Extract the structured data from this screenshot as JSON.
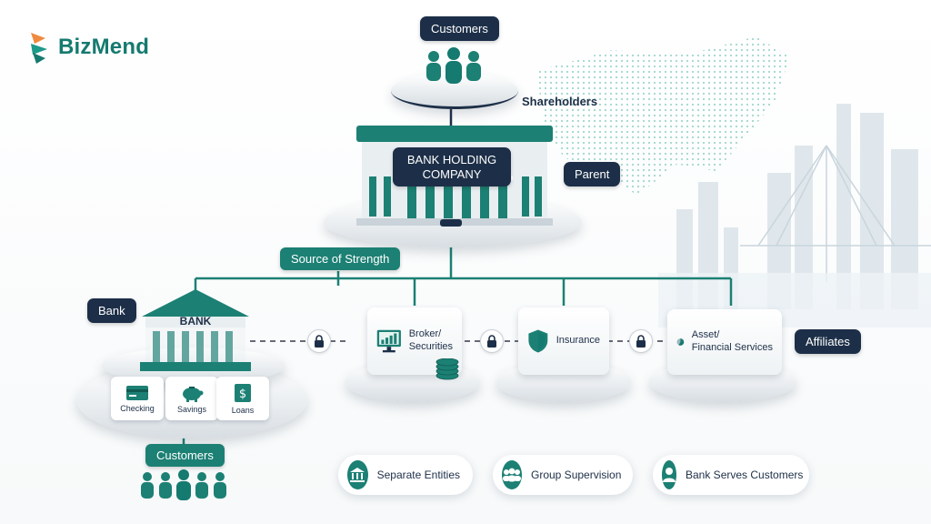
{
  "brand": {
    "name": "BizMend"
  },
  "top": {
    "customers_label": "Customers",
    "shareholders_label": "Shareholders"
  },
  "holding": {
    "title": "BANK HOLDING COMPANY",
    "parent_label": "Parent",
    "strength_label": "Source of Strength"
  },
  "bank": {
    "label": "Bank",
    "sign": "BANK",
    "products": [
      {
        "label": "Checking",
        "icon": "card-icon"
      },
      {
        "label": "Savings",
        "icon": "piggy-bank-icon"
      },
      {
        "label": "Loans",
        "icon": "dollar-doc-icon"
      }
    ],
    "customers_label": "Customers"
  },
  "affiliates": {
    "label": "Affiliates",
    "items": [
      {
        "label_line1": "Broker/",
        "label_line2": "Securities",
        "icon": "chart-monitor-icon"
      },
      {
        "label_line1": "Insurance",
        "label_line2": "",
        "icon": "shield-icon"
      },
      {
        "label_line1": "Asset/",
        "label_line2": "Financial Services",
        "icon": "pie-chart-icon"
      }
    ]
  },
  "legend": [
    {
      "label": "Separate Entities",
      "icon": "institution-icon"
    },
    {
      "label": "Group Supervision",
      "icon": "group-icon"
    },
    {
      "label": "Bank Serves Customers",
      "icon": "person-icon"
    }
  ],
  "colors": {
    "teal": "#1c8074",
    "navy": "#1d2f48",
    "line": "#1c8074"
  }
}
